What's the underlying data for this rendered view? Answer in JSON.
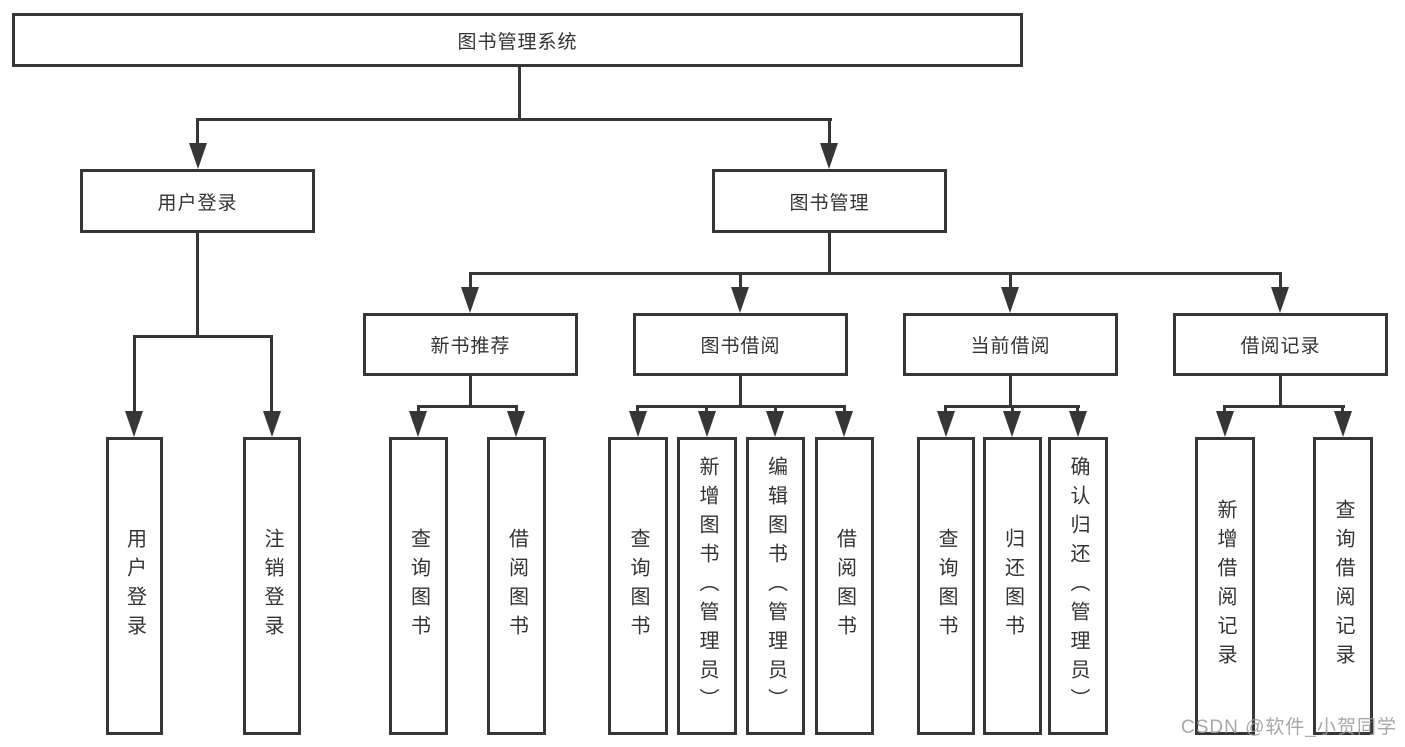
{
  "root": {
    "label": "图书管理系统"
  },
  "level2": {
    "user_login": {
      "label": "用户登录"
    },
    "book_mgmt": {
      "label": "图书管理"
    }
  },
  "level3": {
    "new_books": {
      "label": "新书推荐"
    },
    "borrow": {
      "label": "图书借阅"
    },
    "current": {
      "label": "当前借阅"
    },
    "records": {
      "label": "借阅记录"
    }
  },
  "leaves": {
    "user_login": [
      "用户登录",
      "注销登录"
    ],
    "new_books": [
      "查询图书",
      "借阅图书"
    ],
    "borrow": [
      "查询图书",
      "新增图书（管理员）",
      "编辑图书（管理员）",
      "借阅图书"
    ],
    "current": [
      "查询图书",
      "归还图书",
      "确认归还（管理员）"
    ],
    "records": [
      "新增借阅记录",
      "查询借阅记录"
    ]
  },
  "watermark": "CSDN @软件_小贺同学",
  "colors": {
    "line": "#363636",
    "text": "#333333",
    "background": "#ffffff",
    "watermark": "#9b9ba1"
  }
}
